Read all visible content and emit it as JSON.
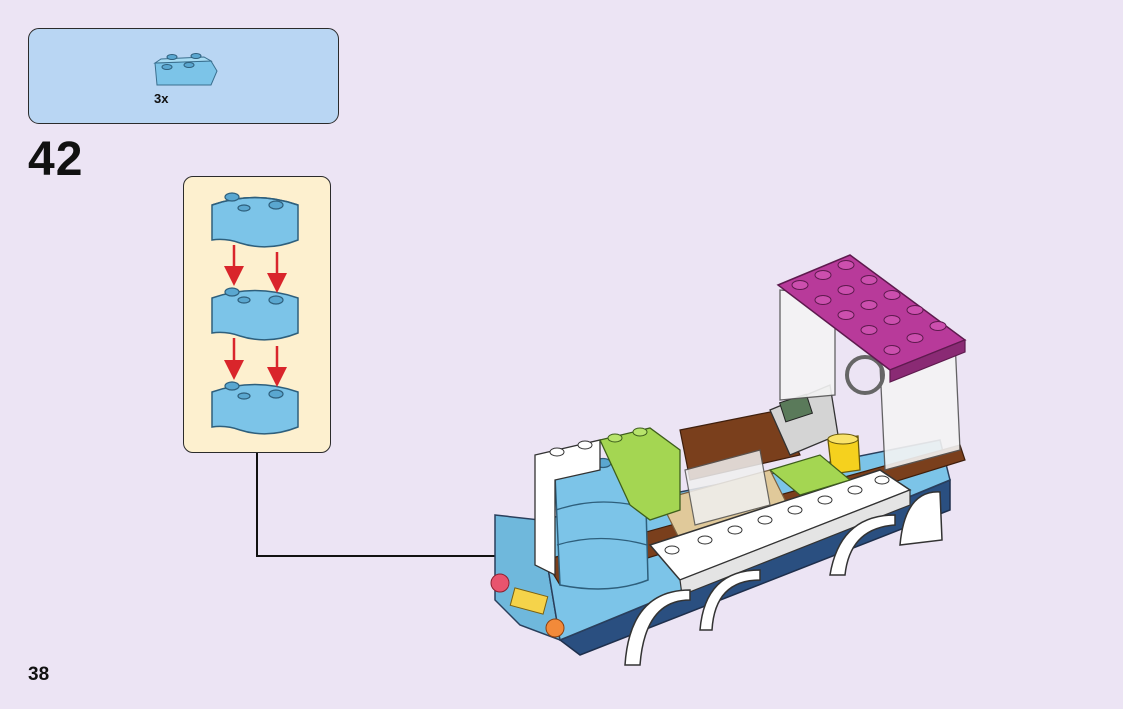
{
  "parts_list": {
    "items": [
      {
        "icon": "curved-brick-icon",
        "color": "#7cc4e8",
        "quantity": "3x"
      }
    ]
  },
  "step": {
    "number": "42"
  },
  "page": {
    "number": "38"
  },
  "colors": {
    "background": "#ece4f4",
    "parts_panel": "#b9d6f3",
    "subassembly_panel": "#fdf0cf",
    "brick_blue": "#7cc4e8",
    "arrow_red": "#d9252b",
    "brick_magenta": "#b83a9a",
    "brick_lime": "#a4d652",
    "brick_brown": "#7a3f1c"
  }
}
